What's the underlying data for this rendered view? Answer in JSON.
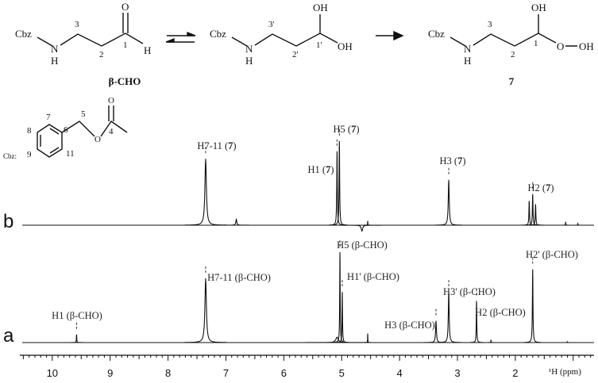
{
  "scheme": {
    "aldehyde": {
      "substituent": "Cbz",
      "n": "N",
      "nh": "H",
      "c3": "3",
      "c2": "2",
      "c1": "1",
      "o": "O",
      "h": "H",
      "name": "β-CHO"
    },
    "hydrate": {
      "substituent": "Cbz",
      "n": "N",
      "nh": "H",
      "c3": "3'",
      "c2": "2'",
      "c1": "1'",
      "oh1": "OH",
      "oh2": "OH"
    },
    "product": {
      "substituent": "Cbz",
      "n": "N",
      "nh": "H",
      "c3": "3",
      "c2": "2",
      "c1": "1",
      "oh": "OH",
      "o": "O",
      "ooh": "OH",
      "name": "7"
    },
    "cbz_inset": {
      "label": "Cbz:",
      "n7": "7",
      "n8": "8",
      "n9": "9",
      "n11": "11",
      "n6": "6",
      "n5": "5",
      "o_ester": "O",
      "n4": "4",
      "o_carbonyl": "O"
    }
  },
  "chart_data": {
    "type": "line",
    "title": "",
    "xlabel": "¹H (ppm)",
    "ylabel": "",
    "xlim": [
      10.56,
      0.64
    ],
    "x_reversed": true,
    "x_ticks": [
      "10",
      "9",
      "8",
      "7",
      "6",
      "5",
      "4",
      "3",
      "2"
    ],
    "grid": false,
    "series": [
      {
        "name": "b",
        "peaks": [
          {
            "ppm": 7.35,
            "intensity": 0.79,
            "width": 0.03
          },
          {
            "ppm": 6.82,
            "intensity": 0.07,
            "width": 0.02
          },
          {
            "ppm": 5.08,
            "intensity": 0.88,
            "width": 0.012
          },
          {
            "ppm": 5.04,
            "intensity": 1.0,
            "width": 0.012
          },
          {
            "ppm": 4.65,
            "intensity": -0.07,
            "width": 0.03
          },
          {
            "ppm": 4.55,
            "intensity": 0.05,
            "width": 0.006
          },
          {
            "ppm": 3.15,
            "intensity": 0.54,
            "width": 0.02
          },
          {
            "ppm": 1.76,
            "intensity": 0.29,
            "width": 0.012
          },
          {
            "ppm": 1.7,
            "intensity": 0.37,
            "width": 0.012
          },
          {
            "ppm": 1.65,
            "intensity": 0.25,
            "width": 0.012
          },
          {
            "ppm": 1.13,
            "intensity": 0.04,
            "width": 0.006
          },
          {
            "ppm": 0.92,
            "intensity": 0.02,
            "width": 0.006
          }
        ],
        "annotations": [
          {
            "atom": "H7-11",
            "compound": "7",
            "ppm": 7.35
          },
          {
            "atom": "H1",
            "compound": "7",
            "ppm": 5.08
          },
          {
            "atom": "H5",
            "compound": "7",
            "ppm": 5.04
          },
          {
            "atom": "H3",
            "compound": "7",
            "ppm": 3.15
          },
          {
            "atom": "H2",
            "compound": "7",
            "ppm": 1.7
          }
        ]
      },
      {
        "name": "a",
        "peaks": [
          {
            "ppm": 9.58,
            "intensity": 0.09,
            "width": 0.008
          },
          {
            "ppm": 7.35,
            "intensity": 0.71,
            "width": 0.03
          },
          {
            "ppm": 5.08,
            "intensity": 0.06,
            "width": 0.05
          },
          {
            "ppm": 5.03,
            "intensity": 1.0,
            "width": 0.01
          },
          {
            "ppm": 4.99,
            "intensity": 0.56,
            "width": 0.01
          },
          {
            "ppm": 4.55,
            "intensity": 0.1,
            "width": 0.005
          },
          {
            "ppm": 3.37,
            "intensity": 0.24,
            "width": 0.018
          },
          {
            "ppm": 3.15,
            "intensity": 0.56,
            "width": 0.018
          },
          {
            "ppm": 2.67,
            "intensity": 0.46,
            "width": 0.01
          },
          {
            "ppm": 2.42,
            "intensity": 0.03,
            "width": 0.006
          },
          {
            "ppm": 1.7,
            "intensity": 0.81,
            "width": 0.012
          },
          {
            "ppm": 1.1,
            "intensity": 0.01,
            "width": 0.006
          }
        ],
        "annotations": [
          {
            "atom": "H1",
            "compound": "β-CHO",
            "ppm": 9.58
          },
          {
            "atom": "H7-11",
            "compound": "β-CHO",
            "ppm": 7.35
          },
          {
            "atom": "H5",
            "compound": "β-CHO",
            "ppm": 5.03
          },
          {
            "atom": "H1'",
            "compound": "β-CHO",
            "ppm": 4.99
          },
          {
            "atom": "H3",
            "compound": "β-CHO",
            "ppm": 3.37
          },
          {
            "atom": "H3'",
            "compound": "β-CHO",
            "ppm": 3.15
          },
          {
            "atom": "H2",
            "compound": "β-CHO",
            "ppm": 2.67
          },
          {
            "atom": "H2'",
            "compound": "β-CHO",
            "ppm": 1.7
          }
        ]
      }
    ]
  }
}
